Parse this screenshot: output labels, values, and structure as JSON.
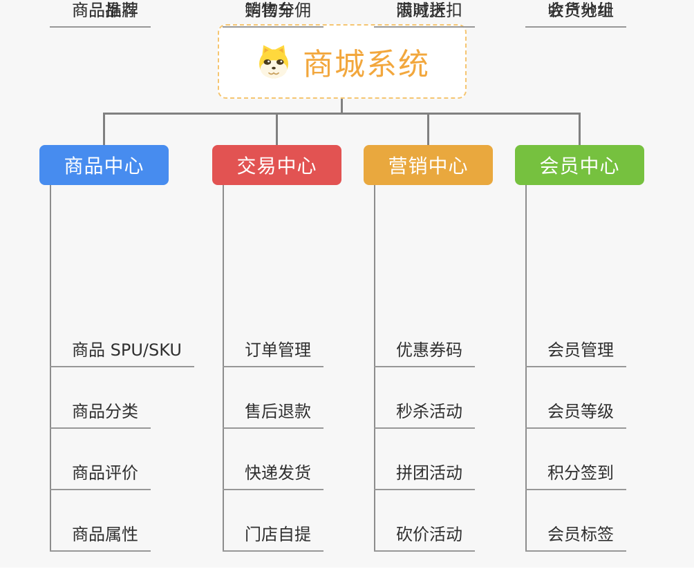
{
  "root": {
    "title": "商城系统",
    "icon": "dog-icon",
    "border_color": "#f5c570",
    "text_color": "#f2a73d"
  },
  "connector_color": "#808080",
  "branches": [
    {
      "label": "商品中心",
      "color": "#478cef",
      "items": [
        "商品 SPU/SKU",
        "商品分类",
        "商品评价",
        "商品属性",
        "商品推荐",
        "商品品牌"
      ]
    },
    {
      "label": "交易中心",
      "color": "#e25352",
      "items": [
        "订单管理",
        "售后退款",
        "快递发货",
        "门店自提",
        "购物车",
        "销售分佣"
      ]
    },
    {
      "label": "营销中心",
      "color": "#e9a83e",
      "items": [
        "优惠券码",
        "秒杀活动",
        "拼团活动",
        "砍价活动",
        "限时折扣",
        "满减送"
      ]
    },
    {
      "label": "会员中心",
      "color": "#76c13f",
      "items": [
        "会员管理",
        "会员等级",
        "积分签到",
        "会员标签",
        "会员分组",
        "收货地址"
      ]
    }
  ]
}
